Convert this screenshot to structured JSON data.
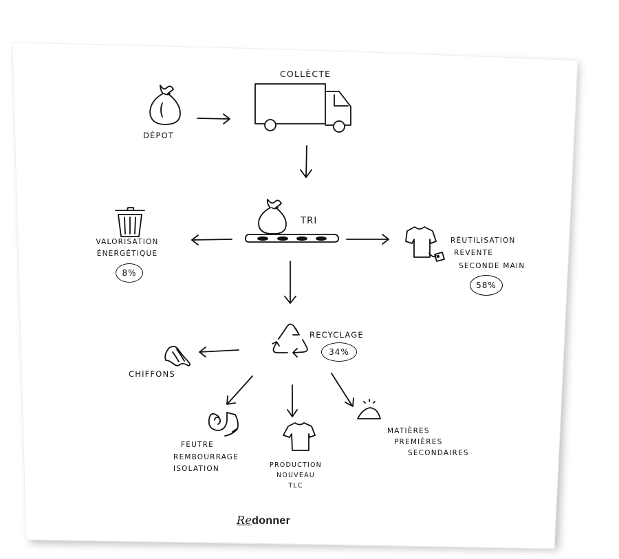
{
  "steps": {
    "collecte": "COLLÈCTE",
    "depot": "DÉPOT",
    "tri": "TRI"
  },
  "valorisation": {
    "line1": "VALORISATION",
    "line2": "ÉNERGÉTIQUE",
    "percent": "8%"
  },
  "reutilisation": {
    "line1": "RÉUTILISATION",
    "line2": "REVENTE",
    "line3": "SECONDE MAIN",
    "percent": "58%"
  },
  "recyclage": {
    "label": "RECYCLAGE",
    "percent": "34%"
  },
  "outputs": {
    "chiffons": "CHIFFONS",
    "feutre": [
      "FEUTRE",
      "REMBOURRAGE",
      "ISOLATION"
    ],
    "production": [
      "PRODUCTION",
      "NOUVEAU",
      "TLC"
    ],
    "matieres": [
      "MATIÈRES",
      "PREMIÈRES",
      "SECONDAIRES"
    ]
  },
  "brand": {
    "prefix": "Re",
    "name": "donner"
  }
}
